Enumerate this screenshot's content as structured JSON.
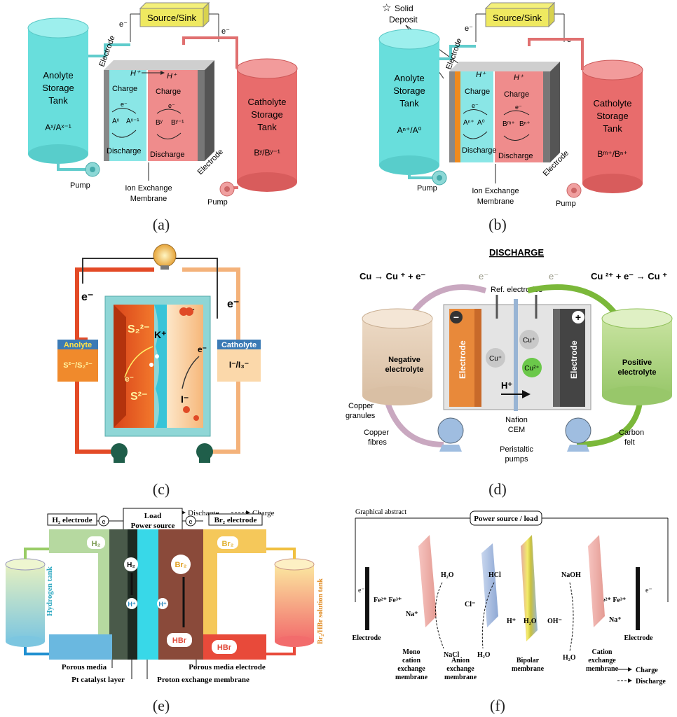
{
  "captions": [
    "(a)",
    "(b)",
    "(c)",
    "(d)",
    "(e)",
    "(f)"
  ],
  "panel_a": {
    "source_sink": "Source/Sink",
    "electron_left": "e⁻",
    "electron_right": "e⁻",
    "electrode_left": "Electrode",
    "electrode_right": "Electrode",
    "anolyte_tank": [
      "Anolyte",
      "Storage",
      "Tank"
    ],
    "anolyte_species": "Aˣ/Aˣ⁻¹",
    "catholyte_tank": [
      "Catholyte",
      "Storage",
      "Tank"
    ],
    "catholyte_species": "Bʸ/Bʸ⁻¹",
    "h_plus_left": "H⁺",
    "h_plus_right": "H⁺",
    "charge_left": "Charge",
    "charge_right": "Charge",
    "discharge_left": "Discharge",
    "discharge_right": "Discharge",
    "react_left_a": "Aˣ",
    "react_left_b": "Aˣ⁻¹",
    "react_right_a": "Bʸ",
    "react_right_b": "Bʸ⁻¹",
    "e_label": "e⁻",
    "pump_left": "Pump",
    "pump_right": "Pump",
    "membrane": [
      "Ion Exchange",
      "Membrane"
    ]
  },
  "panel_b": {
    "solid_deposit": [
      "Solid",
      "Deposit"
    ],
    "source_sink": "Source/Sink",
    "electron_left": "e⁻",
    "electron_right": "e⁻",
    "electrode_left": "Electrode",
    "electrode_right": "Electrode",
    "anolyte_tank": [
      "Anolyte",
      "Storage",
      "Tank"
    ],
    "anolyte_species": "Aⁿ⁺/A⁰",
    "catholyte_tank": [
      "Catholyte",
      "Storage",
      "Tank"
    ],
    "catholyte_species": "Bᵐ⁺/Bⁿ⁺",
    "h_plus_left": "H⁺",
    "h_plus_right": "H⁺",
    "charge_left": "Charge",
    "charge_right": "Charge",
    "discharge_left": "Discharge",
    "discharge_right": "Discharge",
    "react_left_a": "Aⁿ⁺",
    "react_left_b": "A⁰",
    "react_right_a": "Bᵐ⁺",
    "react_right_b": "Bⁿ⁺",
    "e_label": "e⁻",
    "pump_left": "Pump",
    "pump_right": "Pump",
    "membrane": [
      "Ion Exchange",
      "Membrane"
    ]
  },
  "panel_c": {
    "e_left": "e⁻",
    "e_right": "e⁻",
    "anolyte": "Anolyte",
    "anolyte_species": "S²⁻/S₂²⁻",
    "catholyte": "Catholyte",
    "catholyte_species": "I⁻/I₃⁻",
    "s2_2": "S₂²⁻",
    "s2": "S²⁻",
    "k_plus": "K⁺",
    "i3": "I₃⁻",
    "i_minus": "I⁻",
    "e_inner_left": "e⁻",
    "e_inner_right": "e⁻"
  },
  "panel_d": {
    "title": "DISCHARGE",
    "left_eq": "Cu → Cu ⁺ + e⁻",
    "right_eq": "Cu ²⁺ + e⁻ → Cu ⁺",
    "e_left": "e⁻",
    "e_right": "e⁻",
    "ref_electrodes": "Ref. electrodes",
    "negative_electrolyte": [
      "Negative",
      "electrolyte"
    ],
    "positive_electrolyte": [
      "Positive",
      "electrolyte"
    ],
    "electrode_left": "Electrode",
    "electrode_right": "Electrode",
    "minus": "−",
    "plus": "+",
    "cu_plus_left": "Cu⁺",
    "cu_plus_right": "Cu⁺",
    "cu_2plus": "Cu²⁺",
    "h_plus": "H⁺",
    "copper_granules": [
      "Copper",
      "granules"
    ],
    "copper_fibres": [
      "Copper",
      "fibres"
    ],
    "nafion": [
      "Nafion",
      "CEM"
    ],
    "peristaltic": [
      "Peristaltic",
      "pumps"
    ],
    "carbon_felt": [
      "Carbon",
      "felt"
    ]
  },
  "panel_e": {
    "load": "Load",
    "power_source": "Power source",
    "discharge": "Discharge",
    "charge": "Charge",
    "h2_electrode": "H₂ electrode",
    "br2_electrode": "Br₂ electrode",
    "e_left": "e",
    "e_right": "e",
    "h2": "H₂",
    "h2_inner": "H₂",
    "br2": "Br₂",
    "br2_inner": "Br₂",
    "h_plus_1": "H⁺",
    "h_plus_2": "H⁺",
    "hbr_1": "HBr",
    "hbr_2": "HBr",
    "hydrogen_tank": "Hydrogen tank",
    "br_tank": "Br₂/HBr solution tank",
    "porous_media": "Porous media",
    "pt_catalyst": "Pt catalyst layer",
    "proton_membrane": "Proton exchange membrane",
    "porous_electrode": "Porous media electrode"
  },
  "panel_f": {
    "graphical_abstract": "Graphical abstract",
    "power_load": "Power source / load",
    "electrode_left": "Electrode",
    "electrode_right": "Electrode",
    "e_left": "e⁻",
    "e_right": "e⁻",
    "fe_left": "Fe²⁺ Fe³⁺",
    "fe_right": "Fe²⁺ Fe³⁺",
    "na_left": "Na⁺",
    "na_right": "Na⁺",
    "h2o_1": "H₂O",
    "nacl": "NaCl",
    "hcl": "HCl",
    "cl": "Cl⁻",
    "h2o_2": "H₂O",
    "h_plus": "H⁺",
    "h2o_center": "H₂O",
    "oh_minus": "OH⁻",
    "naoh": "NaOH",
    "h2o_3": "H₂O",
    "mono_cation": [
      "Mono",
      "cation",
      "exchange",
      "membrane"
    ],
    "anion": [
      "Anion",
      "exchange",
      "membrane"
    ],
    "bipolar": [
      "Bipolar",
      "membrane"
    ],
    "cation": [
      "Cation",
      "exchange",
      "membrane"
    ],
    "legend_charge": "Charge",
    "legend_discharge": "Discharge"
  }
}
